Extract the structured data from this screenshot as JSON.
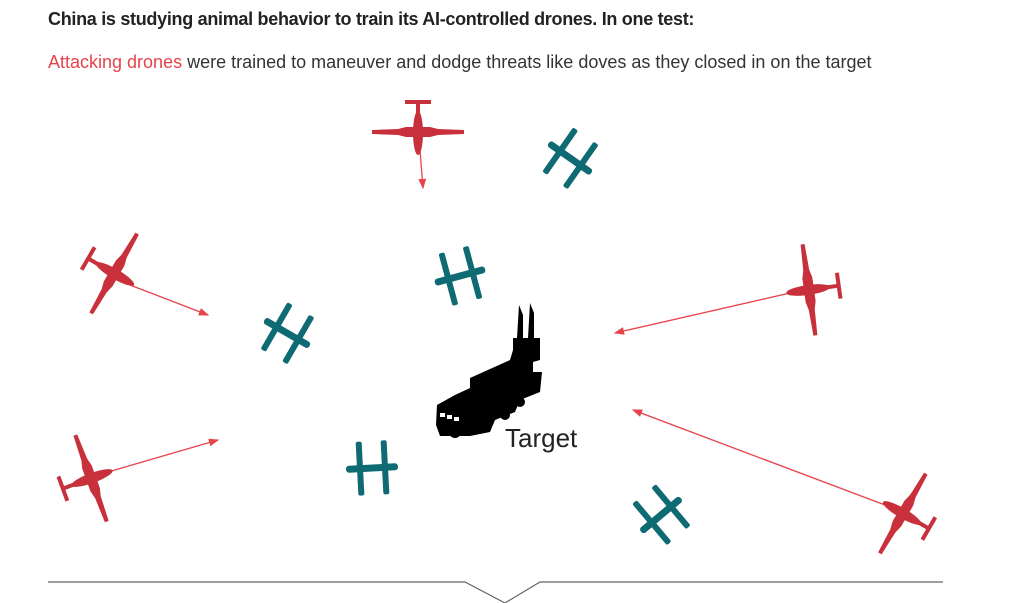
{
  "title": "China is studying animal behavior to train its AI-controlled drones. In one test:",
  "subtitle": {
    "highlight": "Attacking drones",
    "rest": " were trained to maneuver and dodge threats like doves as they closed in on the target"
  },
  "target_label": "Target",
  "colors": {
    "attacker": "#c8313c",
    "arrow": "#e8434b",
    "defender": "#0f6b73",
    "target": "#000000"
  }
}
